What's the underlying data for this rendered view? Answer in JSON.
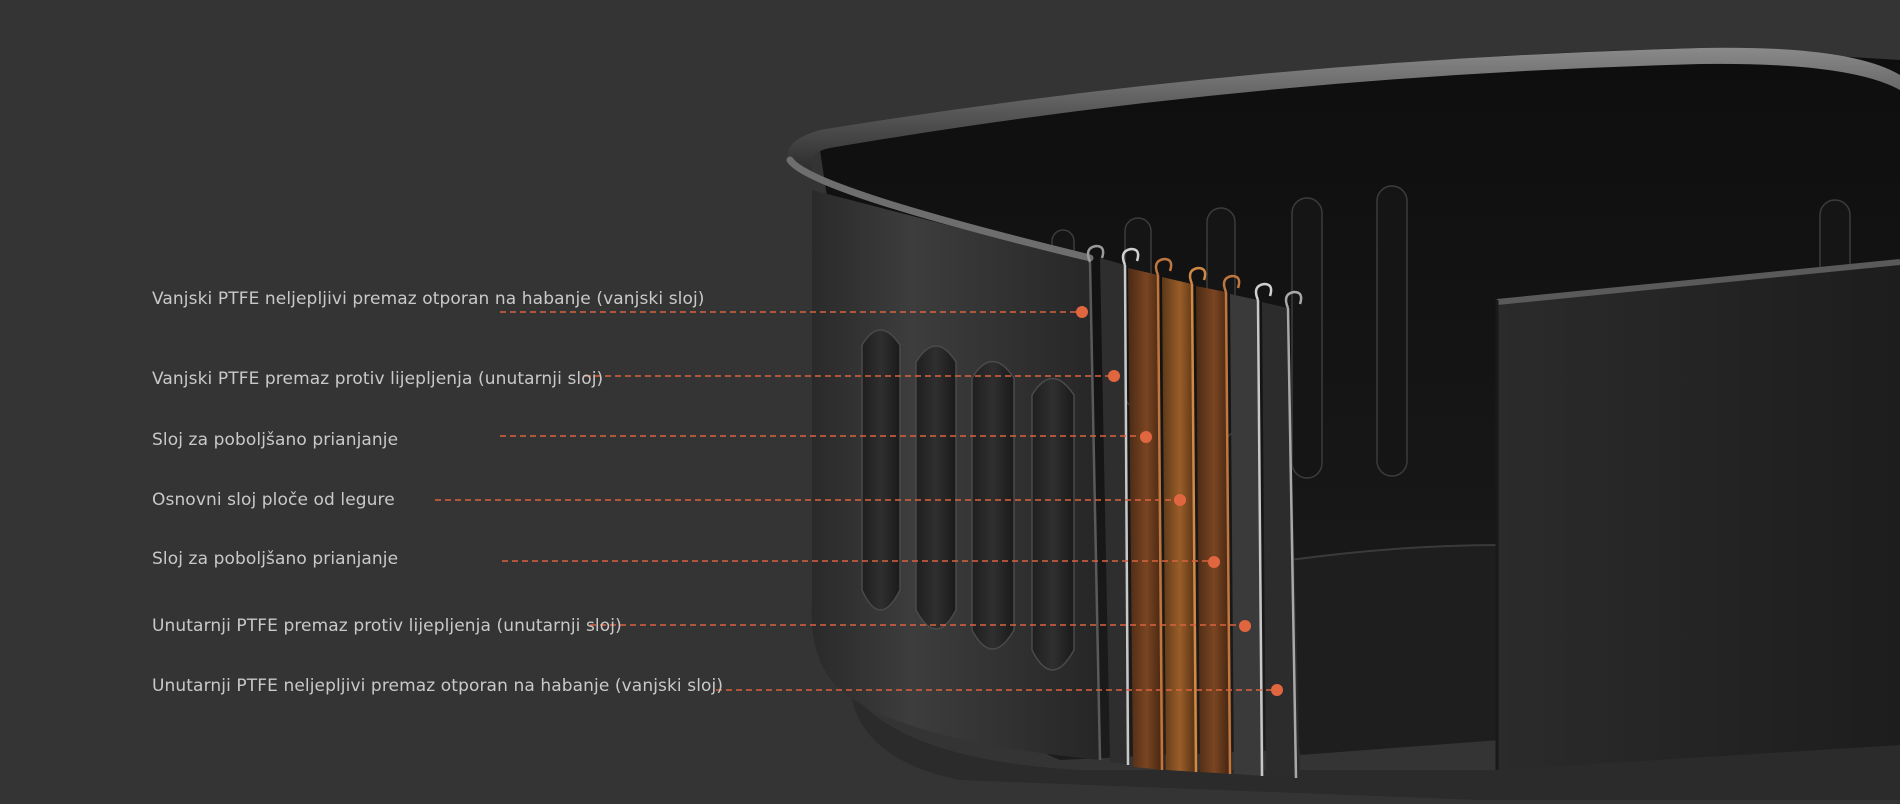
{
  "layers": [
    {
      "label": "Vanjski PTFE neljepljivi premaz otporan na habanje (vanjski sloj)"
    },
    {
      "label": "Vanjski PTFE premaz protiv lijepljenja (unutarnji sloj)"
    },
    {
      "label": "Sloj za poboljšano prianjanje"
    },
    {
      "label": "Osnovni sloj ploče od legure"
    },
    {
      "label": "Sloj za poboljšano prianjanje"
    },
    {
      "label": "Unutarnji PTFE premaz protiv lijepljenja (unutarnji sloj)"
    },
    {
      "label": "Unutarnji PTFE neljepljivi premaz otporan na habanje (vanjski sloj)"
    }
  ],
  "colors": {
    "background": "#343434",
    "label_text": "#c9c9c9",
    "leader_line": "#d9623f",
    "marker": "#e0663f",
    "copper_layer": "#c0773f",
    "silver_layer": "#c8c8c8"
  },
  "icons": [
    "air-fryer-basket-illustration",
    "leader-marker-dot"
  ]
}
